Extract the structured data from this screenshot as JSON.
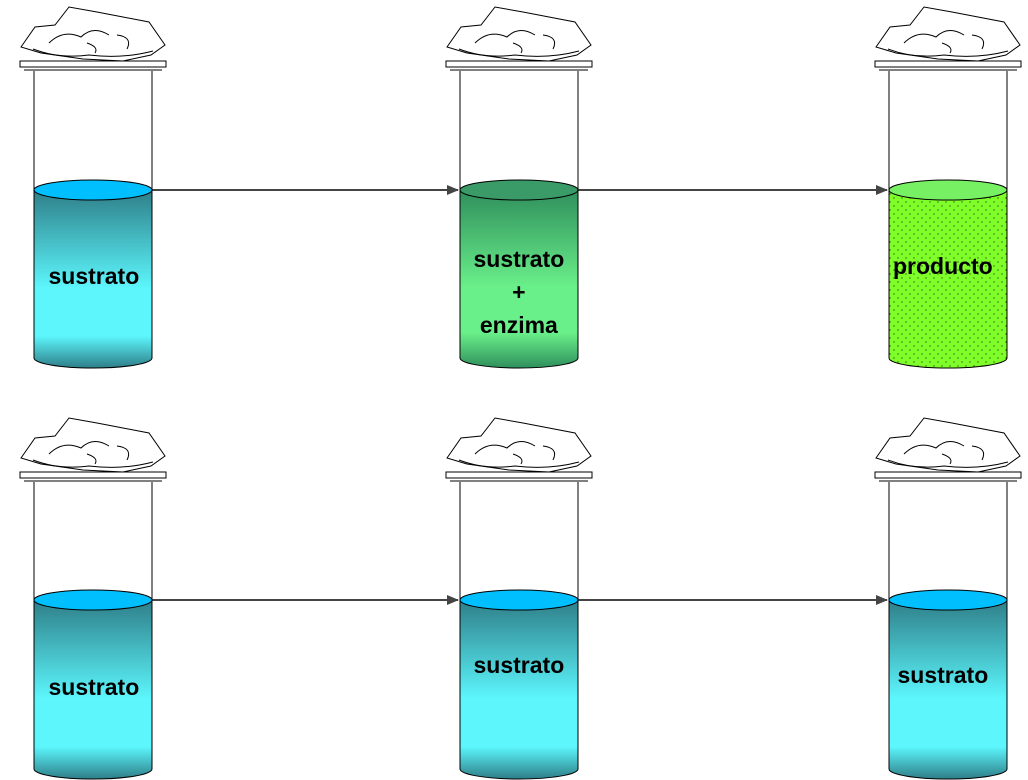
{
  "colors": {
    "substrate_top": "#00bfff",
    "substrate_edge": "#2e7e88",
    "substrate_light": "#5cf6fc",
    "mix_dark": "#2f8f5c",
    "mix_light": "#6af08a",
    "mix_top": "#3a9a68",
    "product_fill": "#7fff2a",
    "product_top": "#77f063",
    "outline": "#000000",
    "arrow": "#444444"
  },
  "rows": [
    {
      "tubes": [
        {
          "content": "substrate",
          "label_lines": [
            "sustrato"
          ]
        },
        {
          "content": "mix",
          "label_lines": [
            "sustrato",
            "+",
            "enzima"
          ]
        },
        {
          "content": "product",
          "label_lines": [
            "producto"
          ]
        }
      ]
    },
    {
      "tubes": [
        {
          "content": "substrate",
          "label_lines": [
            "sustrato"
          ]
        },
        {
          "content": "substrate",
          "label_lines": [
            "sustrato"
          ]
        },
        {
          "content": "substrate",
          "label_lines": [
            "sustrato"
          ]
        }
      ]
    }
  ]
}
